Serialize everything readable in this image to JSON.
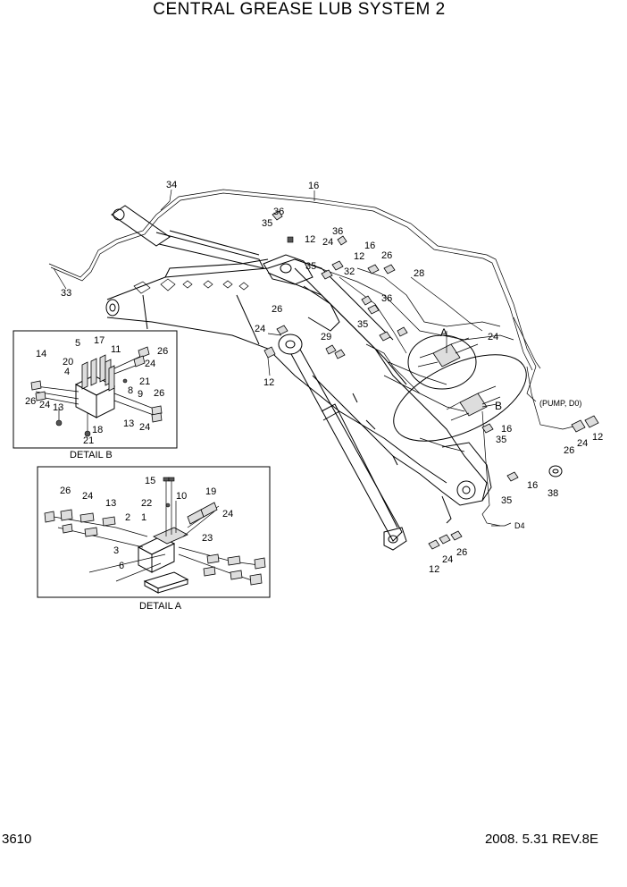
{
  "title": "CENTRAL GREASE LUB SYSTEM 2",
  "page_number": "3610",
  "revision": "2008. 5.31  REV.8E",
  "details": {
    "detail_a": "DETAIL A",
    "detail_b": "DETAIL B",
    "callout_a": "A",
    "callout_b": "B"
  },
  "notes": {
    "pump": "(PUMP, D0)",
    "d4": "D4"
  },
  "main_labels": [
    "34",
    "16",
    "36",
    "35",
    "12",
    "24",
    "36",
    "16",
    "12",
    "26",
    "35",
    "32",
    "28",
    "33",
    "26",
    "24",
    "36",
    "35",
    "29",
    "12",
    "24",
    "16",
    "35",
    "12",
    "24",
    "26",
    "38",
    "16",
    "35",
    "12",
    "24",
    "26",
    "16"
  ],
  "detail_b_labels": [
    "26",
    "5",
    "17",
    "14",
    "20",
    "11",
    "24",
    "4",
    "21",
    "8",
    "9",
    "26",
    "26",
    "24",
    "13",
    "13",
    "24",
    "18",
    "21"
  ],
  "detail_a_labels": [
    "15",
    "26",
    "24",
    "13",
    "22",
    "10",
    "19",
    "2",
    "1",
    "24",
    "23",
    "3",
    "6"
  ]
}
